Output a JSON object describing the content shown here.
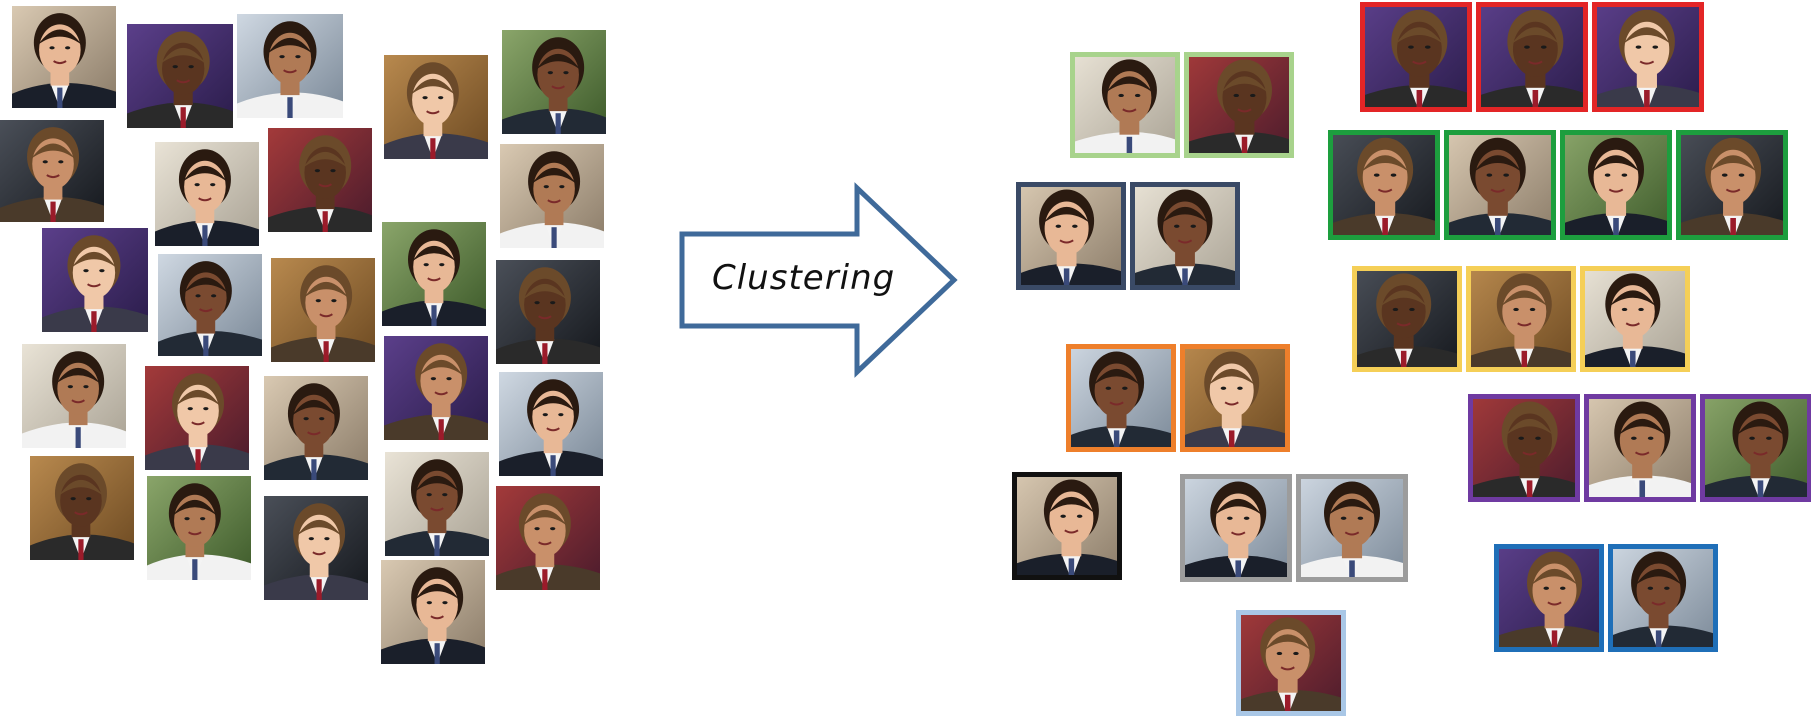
{
  "diagram": {
    "arrow_label": "Clustering",
    "arrow_color": "#3f6a9a",
    "cluster_colors": [
      "#e32526",
      "#a8d38c",
      "#1d9e3e",
      "#3a4a66",
      "#f5cf57",
      "#ee7f2b",
      "#6f3aa1",
      "#111111",
      "#9c9c9c",
      "#1f6fb8",
      "#a9c7e6"
    ],
    "face_count_input": 25,
    "cluster_count_output": 11
  }
}
